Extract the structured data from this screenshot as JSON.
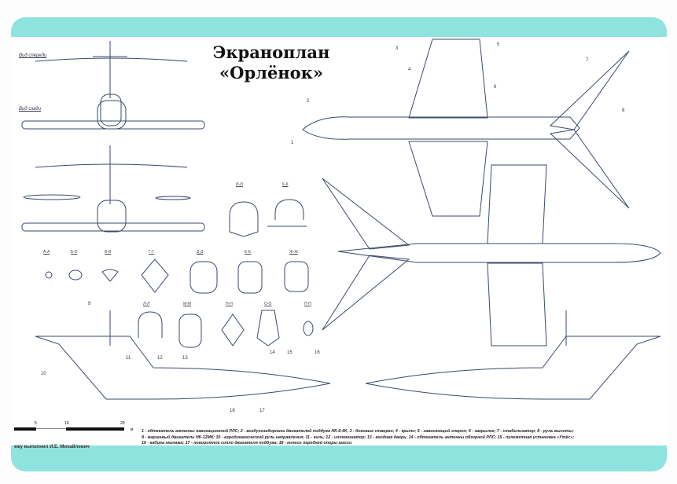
{
  "title": {
    "line1": "Экраноплан",
    "line2": "«Орлёнок»"
  },
  "views": {
    "front": "Вид спереди",
    "rear": "Вид сзади"
  },
  "sections_top": [
    "И-И",
    "К-К"
  ],
  "sections_row1": [
    "А-А",
    "Б-Б",
    "В-В",
    "Г-Г",
    "Д-Д",
    "Е-Е",
    "Ж-Ж"
  ],
  "sections_row2": [
    "Л-Л",
    "М-М",
    "Н-Н",
    "О-О",
    "П-П"
  ],
  "scale": {
    "ticks": [
      "5",
      "10",
      "20"
    ],
    "unit": "м"
  },
  "credit": "ежу выполнил И.Е. Михайлович",
  "legend": [
    "1 - обтекатель антенны навигационной РЛС; 2 - воздухозаборники двигателей поддува НК-8-4К; 3 - боковые створки; 4 - крыло; 5 - зависающий элерон; 6 - закрылок; 7 - стабилизатор; 8 - руль высоты;",
    "9 - маршевый двигатель НК-12МК; 10 - аэродинамический руль направления; 11 - киль; 12 - иллюминатор; 13 - входная дверь; 14 - обтекатель антенны обзорной РЛС; 15 - пулеметная установка «Утёс»;",
    "16 - кабина экипажа; 17 - поворотное сопло двигателя поддува; 18 - колесо передней опоры шасси"
  ],
  "callouts": [
    "1",
    "2",
    "3",
    "4",
    "5",
    "6",
    "7",
    "8",
    "9",
    "10",
    "11",
    "12",
    "13",
    "14",
    "15",
    "16",
    "17",
    "18"
  ],
  "colors": {
    "border": "#8fe3de",
    "ink": "#3a4a6a"
  }
}
